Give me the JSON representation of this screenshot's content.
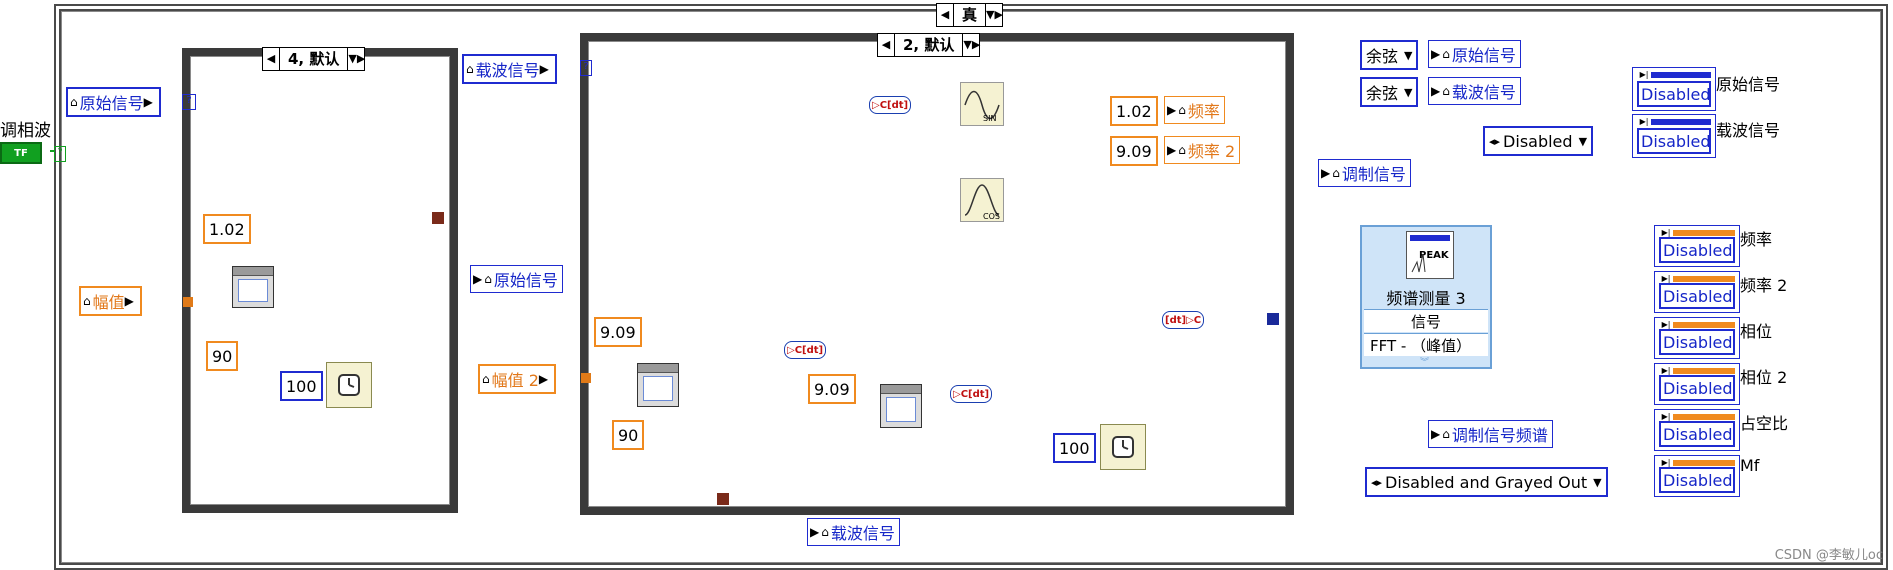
{
  "outer_case": {
    "selector": "真"
  },
  "left_label": "调相波",
  "tf_constant": "TF",
  "case1": {
    "selector": "4, 默认",
    "input_local": "原始信号",
    "amplitude_local": "幅值",
    "freq_const": "1.02",
    "phase_const": "90",
    "wait_const": "100"
  },
  "case2": {
    "selector": "2, 默认",
    "carrier_local": "载波信号",
    "amplitude2_local": "幅值 2",
    "freq_const_a": "9.09",
    "phase_const": "90",
    "freq_const_b": "9.09",
    "wait_const": "100",
    "freq_out_const": "1.02",
    "freq_out_local": "频率",
    "freq2_out_const": "9.09",
    "freq2_out_local": "频率 2",
    "sin_label": "SIN",
    "cos_label": "COS"
  },
  "outside_locals": {
    "original_signal": "原始信号",
    "carrier_signal": "载波信号"
  },
  "right_panel": {
    "cosine_a": "余弦",
    "original_signal_local": "原始信号",
    "cosine_b": "余弦",
    "carrier_signal_local": "载波信号",
    "disabled_ctrl": "Disabled",
    "disabled_ind_1": "Disabled",
    "disabled_ind_1_label": "原始信号",
    "disabled_ind_2": "Disabled",
    "disabled_ind_2_label": "载波信号",
    "modulated_local": "调制信号",
    "spectrum_local": "调制信号频谱",
    "express_title": "频谱测量 3",
    "express_input": "信号",
    "express_output": "FFT - （峰值）",
    "express_icon_text": "PEAK",
    "grayed_ctrl": "Disabled and Grayed Out",
    "indicators": [
      {
        "value": "Disabled",
        "label": "频率"
      },
      {
        "value": "Disabled",
        "label": "频率 2"
      },
      {
        "value": "Disabled",
        "label": "相位"
      },
      {
        "value": "Disabled",
        "label": "相位 2"
      },
      {
        "value": "Disabled",
        "label": "占空比"
      },
      {
        "value": "Disabled",
        "label": "Mf"
      }
    ]
  },
  "watermark": "CSDN @李敏儿oc",
  "colors": {
    "blue": "#1f2bd0",
    "orange": "#f08a1f",
    "wire_signal": "#b03a2e",
    "wire_waveform": "#1a2a9a",
    "green": "#11a020"
  }
}
